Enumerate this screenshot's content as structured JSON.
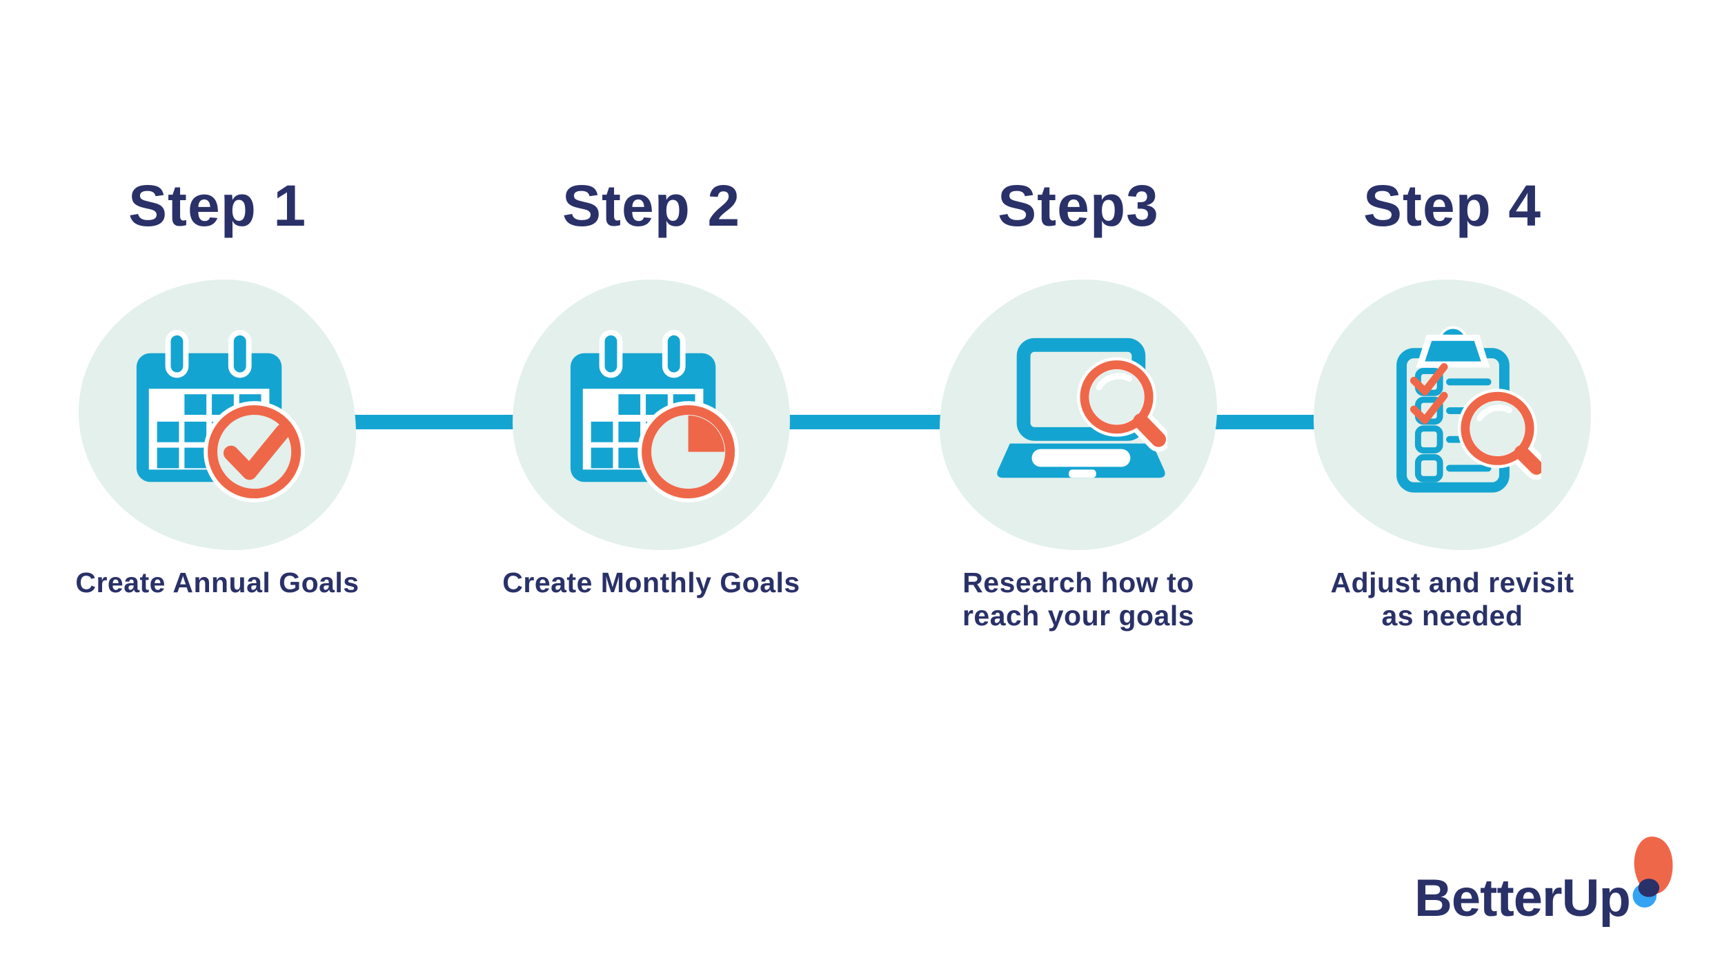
{
  "colors": {
    "blue": "#14a4d1",
    "orange": "#ef6749",
    "navy": "#2a3168",
    "mint": "#e3f0ec",
    "logo_blue": "#35a3f4",
    "background": "#ffffff"
  },
  "steps": [
    {
      "title": "Step 1",
      "label_lines": [
        "Create Annual Goals"
      ],
      "icon": "calendar-check-icon"
    },
    {
      "title": "Step 2",
      "label_lines": [
        "Create Monthly Goals"
      ],
      "icon": "calendar-time-icon"
    },
    {
      "title": "Step3",
      "label_lines": [
        "Research how to",
        "reach your goals"
      ],
      "icon": "laptop-search-icon"
    },
    {
      "title": "Step 4",
      "label_lines": [
        "Adjust and revisit",
        "as needed"
      ],
      "icon": "checklist-search-icon"
    }
  ],
  "logo": {
    "text": "BetterUp"
  }
}
